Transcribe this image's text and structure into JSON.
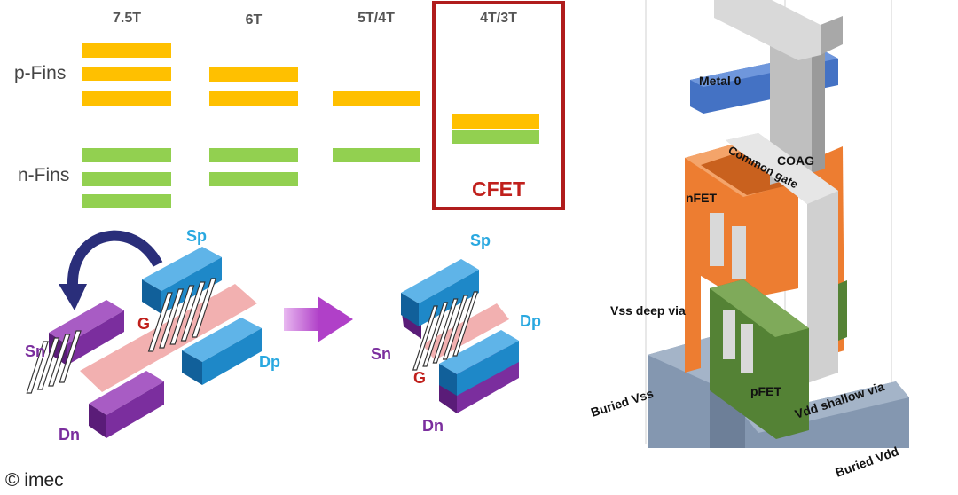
{
  "copyright": "© imec",
  "fin_comparison": {
    "columns": [
      "7.5T",
      "6T",
      "5T/4T",
      "4T/3T"
    ],
    "row_labels": {
      "p": "p-Fins",
      "n": "n-Fins"
    },
    "highlight_label": "CFET",
    "colors": {
      "p_fin": "#ffc000",
      "n_fin": "#92d050",
      "highlight": "#b01c1c"
    }
  },
  "transistor_diagrams": {
    "before": {
      "sp": "Sp",
      "sn": "Sn",
      "g": "G",
      "dp": "Dp",
      "dn": "Dn"
    },
    "after": {
      "sp": "Sp",
      "sn": "Sn",
      "g": "G",
      "dp": "Dp",
      "dn": "Dn"
    },
    "colors": {
      "p_terminal": "#1e88c8",
      "n_terminal": "#7b2e9e",
      "gate": "#e8787a",
      "label_p": "#29a8e0",
      "label_n": "#7b2e9e",
      "label_g": "#c0201c"
    }
  },
  "cfet_3d": {
    "labels": {
      "metal0": "Metal 0",
      "coag": "COAG",
      "common_gate": "Common gate",
      "nfet": "nFET",
      "vss_deep_via": "Vss deep via",
      "buried_vss": "Buried Vss",
      "pfet": "pFET",
      "vdd_shallow_via": "Vdd shallow via",
      "buried_vdd": "Buried Vdd"
    },
    "colors": {
      "metal0": "#4472c4",
      "nfet": "#ed7d31",
      "pfet": "#548235",
      "gate": "#bfbfbf",
      "buried": "#8497b0"
    }
  }
}
